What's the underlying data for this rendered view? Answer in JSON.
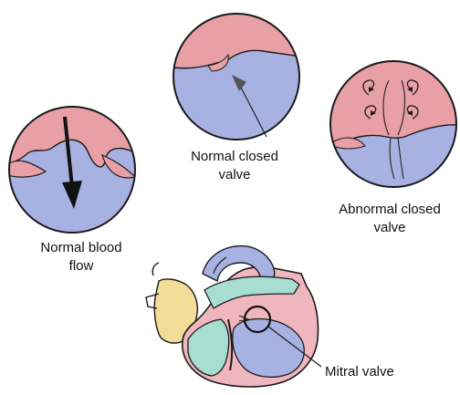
{
  "labels": {
    "normal_blood_flow": [
      "Normal blood",
      "flow"
    ],
    "normal_closed_valve": [
      "Normal closed",
      "valve"
    ],
    "abnormal_closed_valve": [
      "Abnormal closed",
      "valve"
    ],
    "mitral_valve": "Mitral valve"
  },
  "colors": {
    "atrium_pink": "#e8a0a6",
    "ventricle_blue": "#a7b2e2",
    "heart_teal": "#a8ddd2",
    "heart_yellow": "#f3dc97",
    "outline": "#1a1a1a"
  }
}
